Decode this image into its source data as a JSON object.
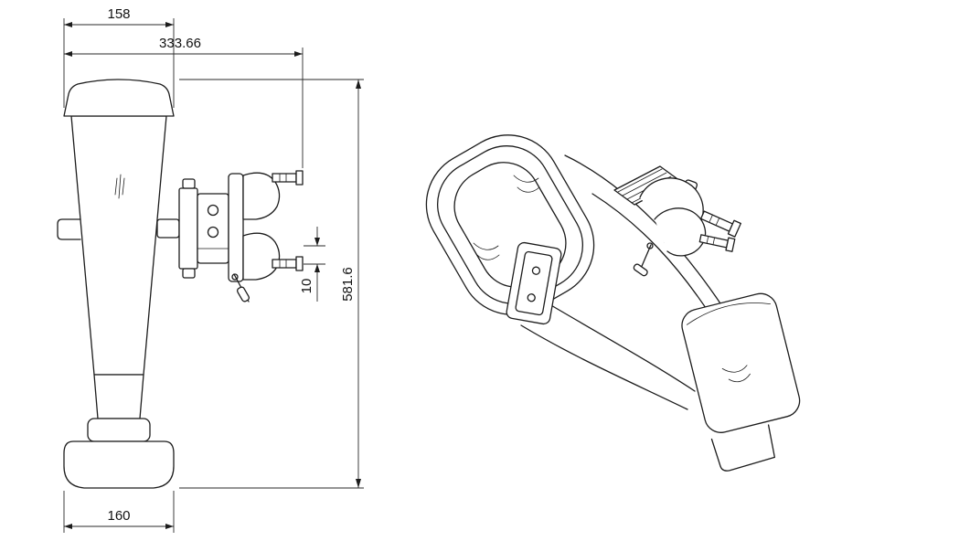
{
  "page": {
    "background": "#ffffff",
    "line_color": "#1c1c1c"
  },
  "dimensions": {
    "cap_width": "158",
    "overall_width": "333.66",
    "overall_height": "581.6",
    "clamp_offset": "10",
    "base_width": "160"
  }
}
